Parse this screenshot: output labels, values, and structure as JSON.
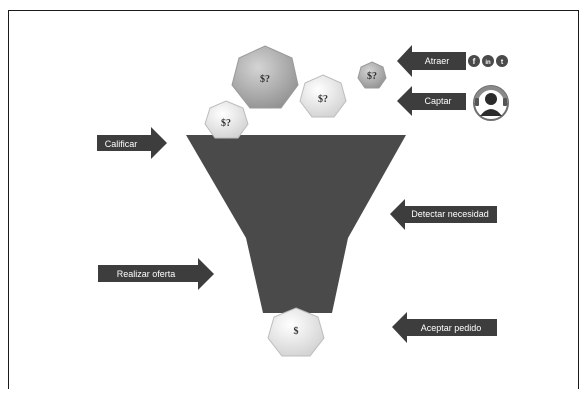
{
  "colors": {
    "funnel": "#4a4a4a",
    "arrow": "#3d3d3d",
    "arrow_text": "#ffffff",
    "hex_light": "#ececec",
    "hex_dark": "#a9a9a9",
    "border": "#1a1a1a"
  },
  "arrows": {
    "atraer": "Atraer",
    "captar": "Captar",
    "calificar": "Calificar",
    "detectar": "Detectar necesidad",
    "realizar": "Realizar oferta",
    "aceptar": "Aceptar pedido"
  },
  "hexagons": {
    "big": "$?",
    "mid": "$?",
    "small": "$?",
    "left": "$?",
    "bottom": "$"
  },
  "icons": {
    "social": [
      "facebook-icon",
      "linkedin-icon",
      "twitter-icon"
    ],
    "social_glyphs": [
      "f",
      "in",
      "t"
    ],
    "contact": "contact-person-icon"
  }
}
